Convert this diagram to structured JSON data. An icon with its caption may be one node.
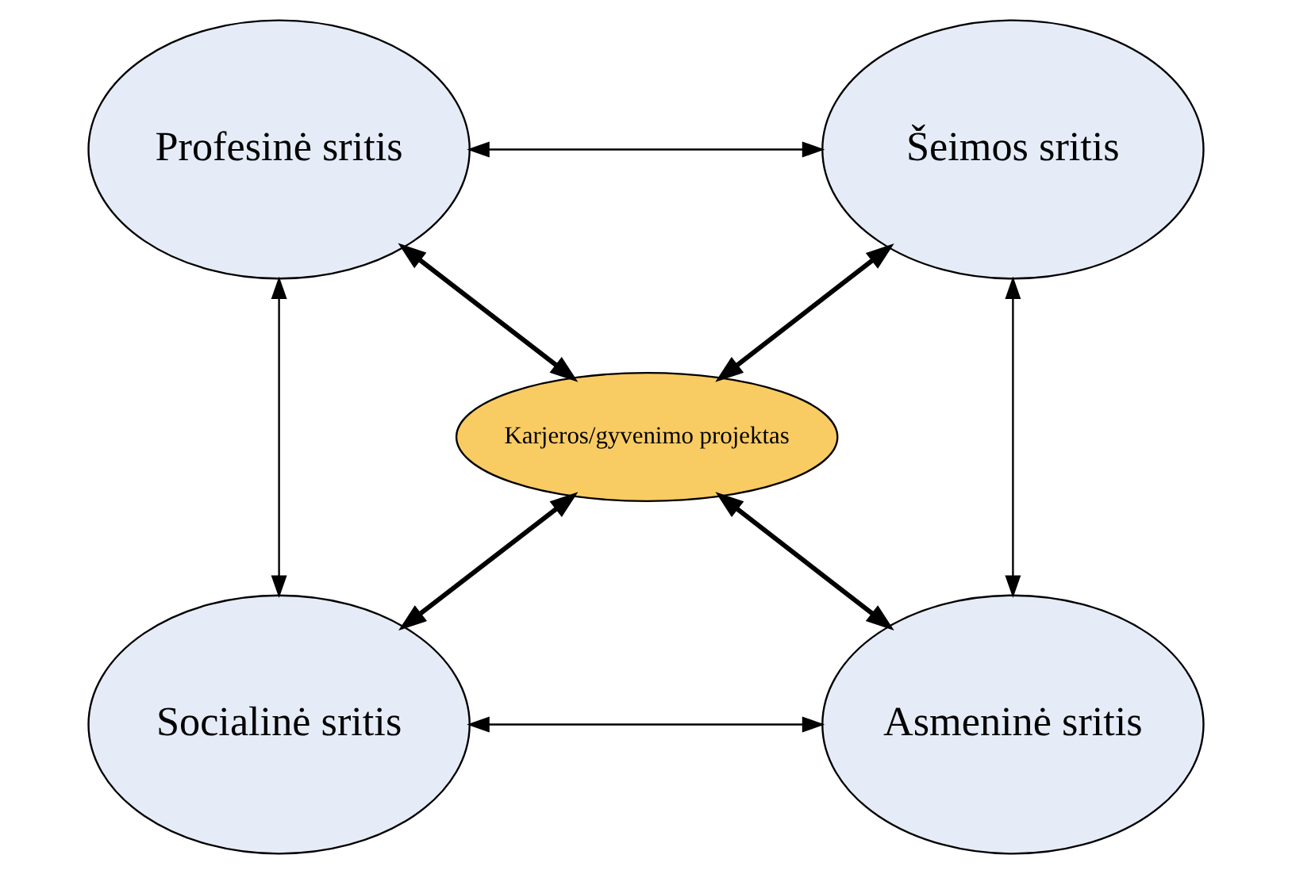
{
  "diagram": {
    "nodes": [
      {
        "text": [
          "Profesinė sritis"
        ]
      },
      {
        "text": [
          "Šeimos sritis"
        ]
      },
      {
        "text": [
          "Karjeros/gyvenimo projektas"
        ]
      },
      {
        "text": [
          "Socialinė sritis"
        ]
      },
      {
        "text": [
          "Asmeninė sritis"
        ]
      }
    ],
    "edges": [
      {
        "from": 0,
        "to": 1,
        "arrow": "both"
      },
      {
        "from": 0,
        "to": 2,
        "arrow": "both",
        "style": "thick"
      },
      {
        "from": 1,
        "to": 2,
        "arrow": "both",
        "style": "thick"
      },
      {
        "from": 0,
        "to": 3,
        "arrow": "both"
      },
      {
        "from": 1,
        "to": 4,
        "arrow": "both"
      },
      {
        "from": 3,
        "to": 2,
        "arrow": "both",
        "style": "thick"
      },
      {
        "from": 4,
        "to": 2,
        "arrow": "both",
        "style": "thick"
      },
      {
        "from": 3,
        "to": 4,
        "arrow": "both"
      }
    ]
  }
}
